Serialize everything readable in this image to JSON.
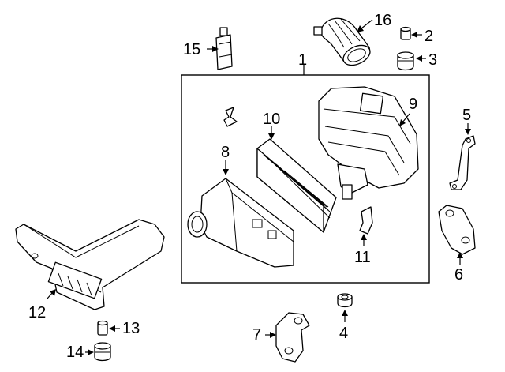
{
  "diagram": {
    "parts": [
      {
        "id": "part-1",
        "label": "1"
      },
      {
        "id": "part-2",
        "label": "2"
      },
      {
        "id": "part-3",
        "label": "3"
      },
      {
        "id": "part-4",
        "label": "4"
      },
      {
        "id": "part-5",
        "label": "5"
      },
      {
        "id": "part-6",
        "label": "6"
      },
      {
        "id": "part-7",
        "label": "7"
      },
      {
        "id": "part-8",
        "label": "8"
      },
      {
        "id": "part-9",
        "label": "9"
      },
      {
        "id": "part-10",
        "label": "10"
      },
      {
        "id": "part-11",
        "label": "11"
      },
      {
        "id": "part-12",
        "label": "12"
      },
      {
        "id": "part-13",
        "label": "13"
      },
      {
        "id": "part-14",
        "label": "14"
      },
      {
        "id": "part-15",
        "label": "15"
      },
      {
        "id": "part-16",
        "label": "16"
      }
    ]
  }
}
